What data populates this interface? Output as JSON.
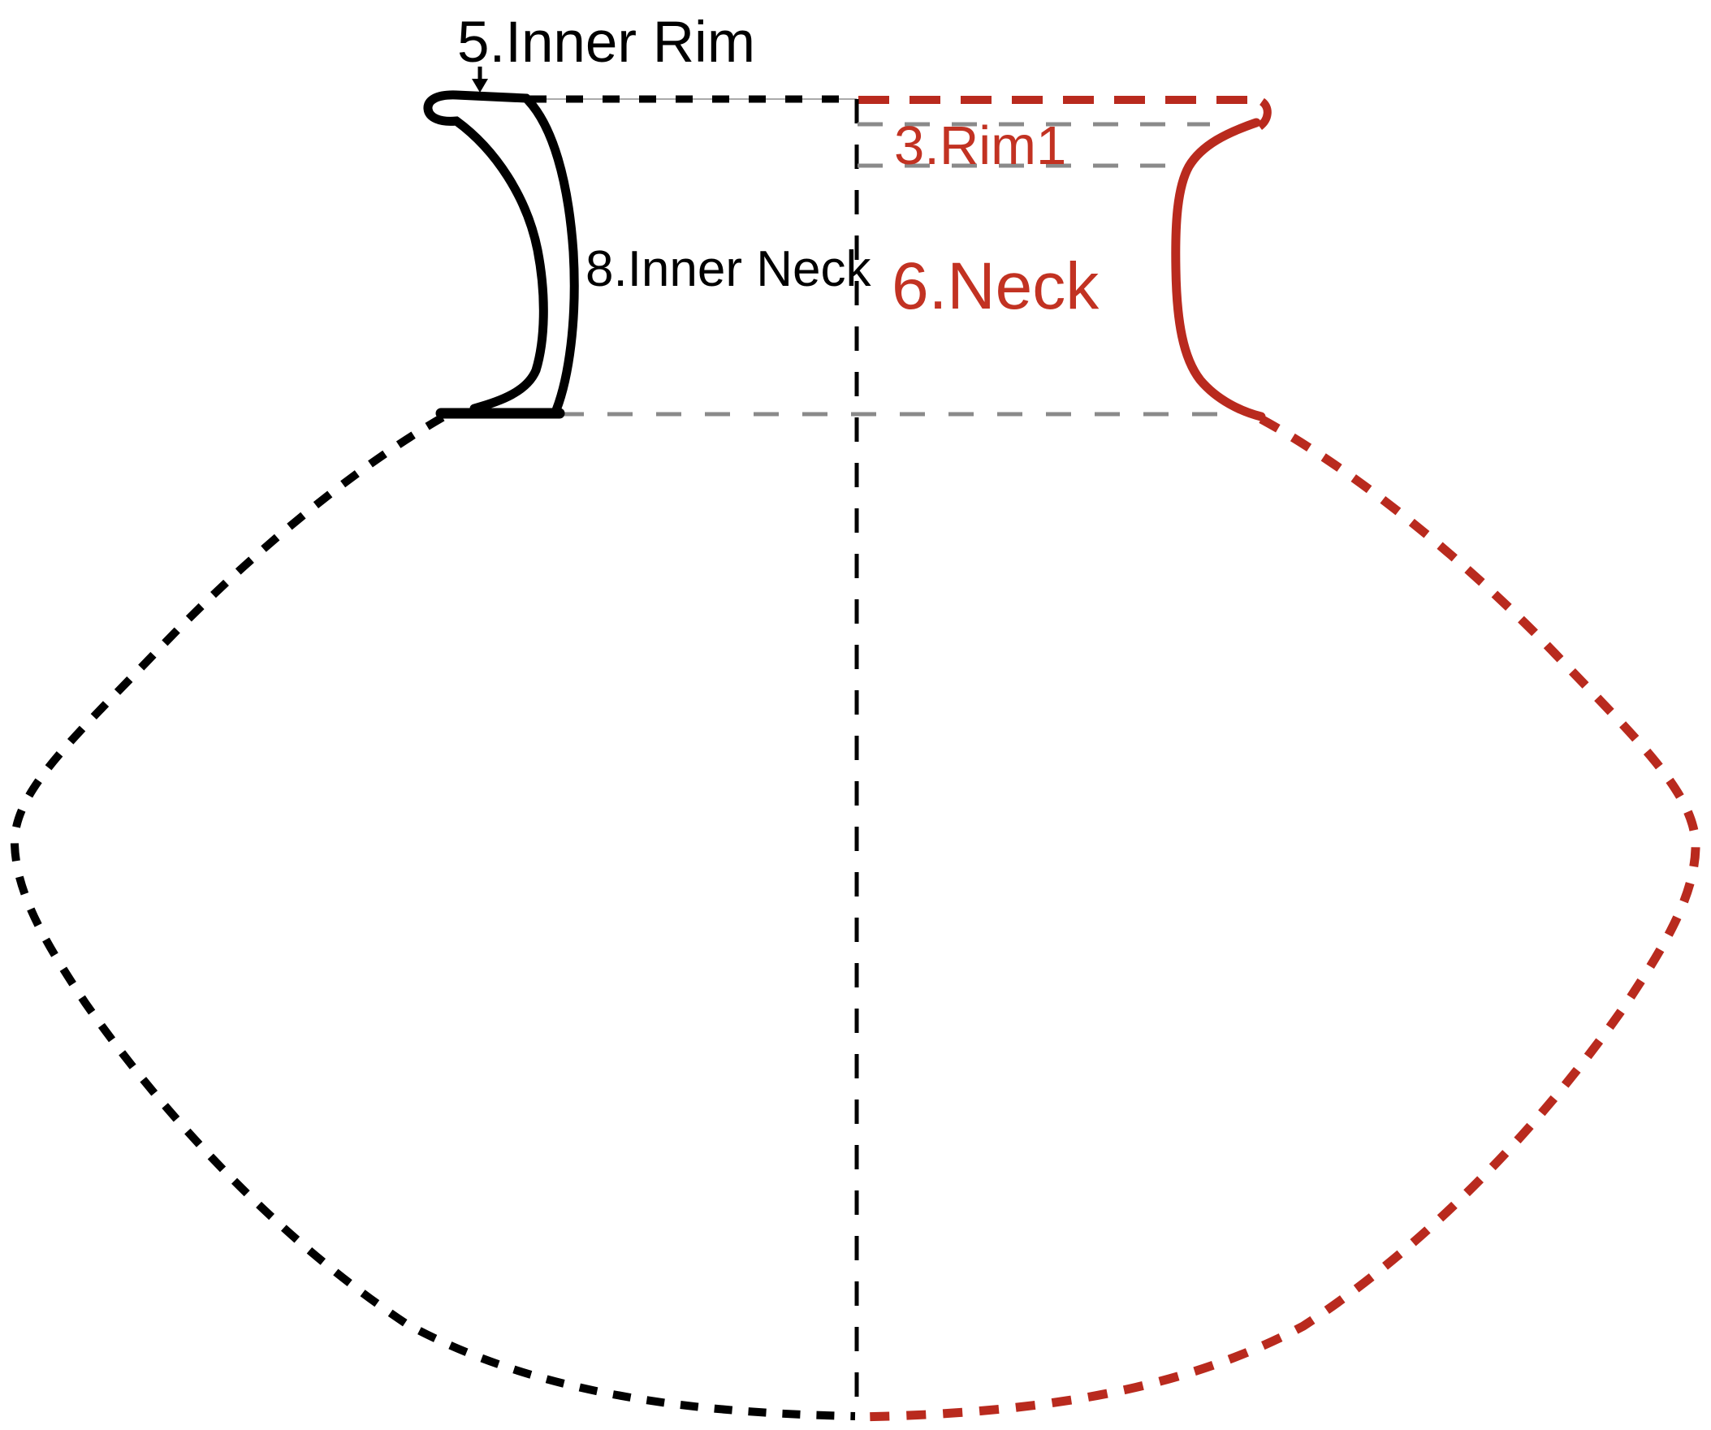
{
  "diagram": {
    "type": "pottery-vessel-profile",
    "labels": {
      "inner_rim": "5.Inner Rim",
      "inner_neck": "8.Inner Neck",
      "rim1": "3.Rim1",
      "neck": "6.Neck"
    },
    "parts": [
      {
        "label": "5.Inner Rim",
        "side": "left",
        "color_key": "left_profile"
      },
      {
        "label": "8.Inner Neck",
        "side": "left",
        "color_key": "left_profile"
      },
      {
        "label": "3.Rim1",
        "side": "right",
        "color_key": "right_profile"
      },
      {
        "label": "6.Neck",
        "side": "right",
        "color_key": "right_profile"
      }
    ],
    "colors": {
      "left_profile": "#000000",
      "right_profile": "#b92a1e",
      "label_red": "#c23222",
      "guide_gray": "#8a8a8a",
      "hairline": "#aaaaaa",
      "background": "#ffffff"
    }
  }
}
